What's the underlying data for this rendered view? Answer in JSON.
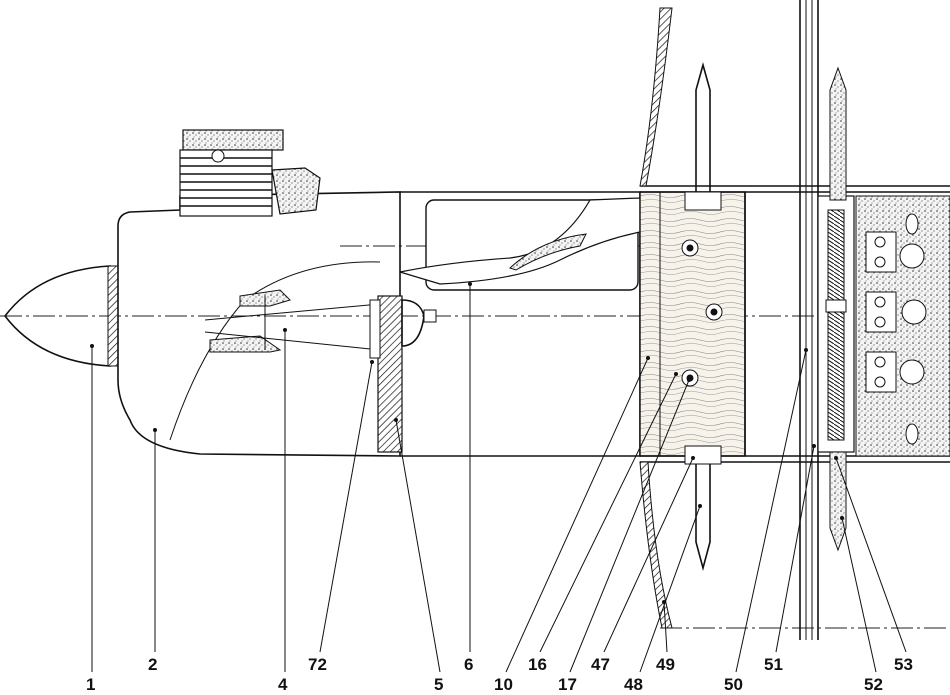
{
  "labels": {
    "l1": "1",
    "l2": "2",
    "l4": "4",
    "l72": "72",
    "l5": "5",
    "l6": "6",
    "l10": "10",
    "l16": "16",
    "l17": "17",
    "l47": "47",
    "l48": "48",
    "l49": "49",
    "l50": "50",
    "l51": "51",
    "l52": "52",
    "l53": "53"
  }
}
